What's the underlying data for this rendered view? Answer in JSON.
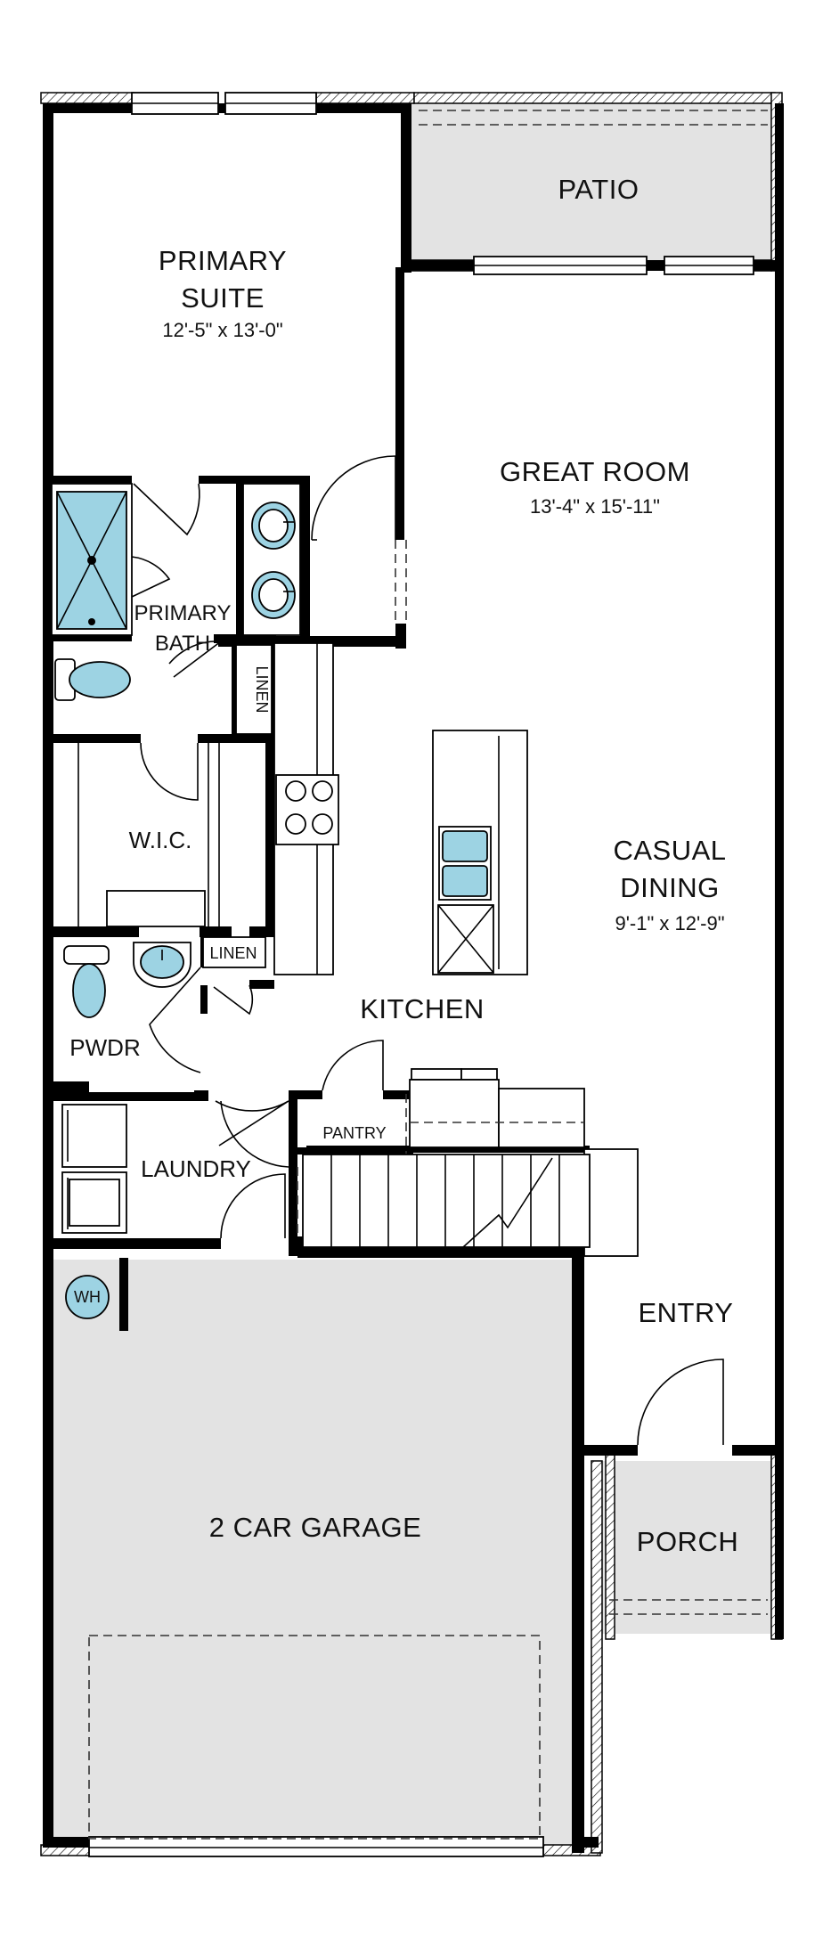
{
  "rooms": {
    "patio": "PATIO",
    "primary_suite_1": "PRIMARY",
    "primary_suite_2": "SUITE",
    "primary_suite_dim": "12'-5\" x 13'-0\"",
    "great_room": "GREAT ROOM",
    "great_room_dim": "13'-4\" x 15'-11\"",
    "primary_bath_1": "PRIMARY",
    "primary_bath_2": "BATH",
    "linen_1": "LINEN",
    "linen_2": "LINEN",
    "wic": "W.I.C.",
    "casual_dining_1": "CASUAL",
    "casual_dining_2": "DINING",
    "casual_dining_dim": "9'-1\" x 12'-9\"",
    "kitchen": "KITCHEN",
    "pwdr": "PWDR",
    "pantry": "PANTRY",
    "laundry": "LAUNDRY",
    "entry": "ENTRY",
    "wh": "WH",
    "garage": "2 CAR GARAGE",
    "porch": "PORCH"
  },
  "colors": {
    "wall": "#000000",
    "fixture_water": "#9dd3e3",
    "exterior_fill": "#e3e3e3"
  }
}
